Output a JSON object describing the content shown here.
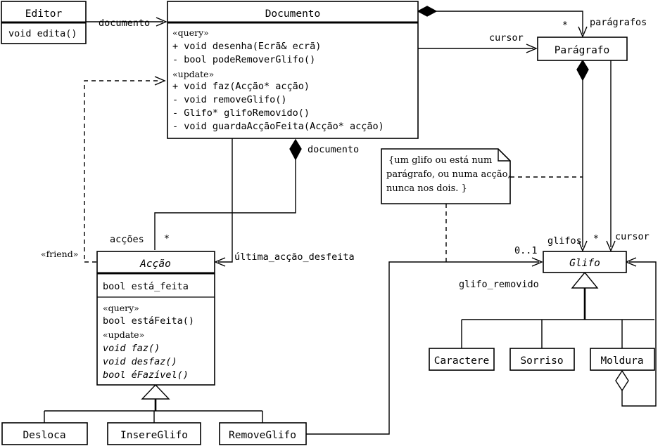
{
  "diagram": {
    "title": "Documento / Glifo / Acção UML class diagram",
    "classes": {
      "editor": {
        "name": "Editor",
        "members": [
          "void edita()"
        ]
      },
      "documento": {
        "name": "Documento",
        "query_stereotype": "«query»",
        "query_ops": [
          "+ void desenha(Ecrã& ecrã)",
          "- bool podeRemoverGlifo()"
        ],
        "update_stereotype": "«update»",
        "update_ops": [
          "+ void faz(Acção* acção)",
          "- void removeGlifo()",
          "- Glifo* glifoRemovido()",
          "- void guardaAcçãoFeita(Acção* acção)"
        ]
      },
      "paragrafo": {
        "name": "Parágrafo"
      },
      "glifo": {
        "name": "Glifo"
      },
      "caractere": {
        "name": "Caractere"
      },
      "sorriso": {
        "name": "Sorriso"
      },
      "moldura": {
        "name": "Moldura"
      },
      "accao": {
        "name": "Acção",
        "attributes": [
          "bool está_feita"
        ],
        "query_stereotype": "«query»",
        "query_ops": [
          "bool estáFeita()"
        ],
        "update_stereotype": "«update»",
        "update_ops": [
          "void faz()",
          "void desfaz()",
          "bool éFazível()"
        ]
      },
      "desloca": {
        "name": "Desloca"
      },
      "insereglifo": {
        "name": "InsereGlifo"
      },
      "removeglifo": {
        "name": "RemoveGlifo"
      }
    },
    "edge_labels": {
      "documento_role": "documento",
      "paragrafos_role": "parágrafos",
      "paragrafos_mult": "*",
      "cursor_paragrafo": "cursor",
      "documento_accao_role": "documento",
      "accoes_role": "acções",
      "accoes_mult": "*",
      "friend_stereotype": "«friend»",
      "ultima_accao": "última_acção_desfeita",
      "glifos_role": "glifos",
      "glifos_mult": "*",
      "cursor_glifo": "cursor",
      "glifo_removido_mult": "0..1",
      "glifo_removido_role": "glifo_removido"
    },
    "note": {
      "lines": [
        "{um glifo ou está num",
        "parágrafo, ou numa acção,",
        "nunca nos dois. }"
      ]
    },
    "colors": {
      "stroke": "#000000",
      "fill": "#ffffff",
      "background": "#ffffff"
    }
  }
}
